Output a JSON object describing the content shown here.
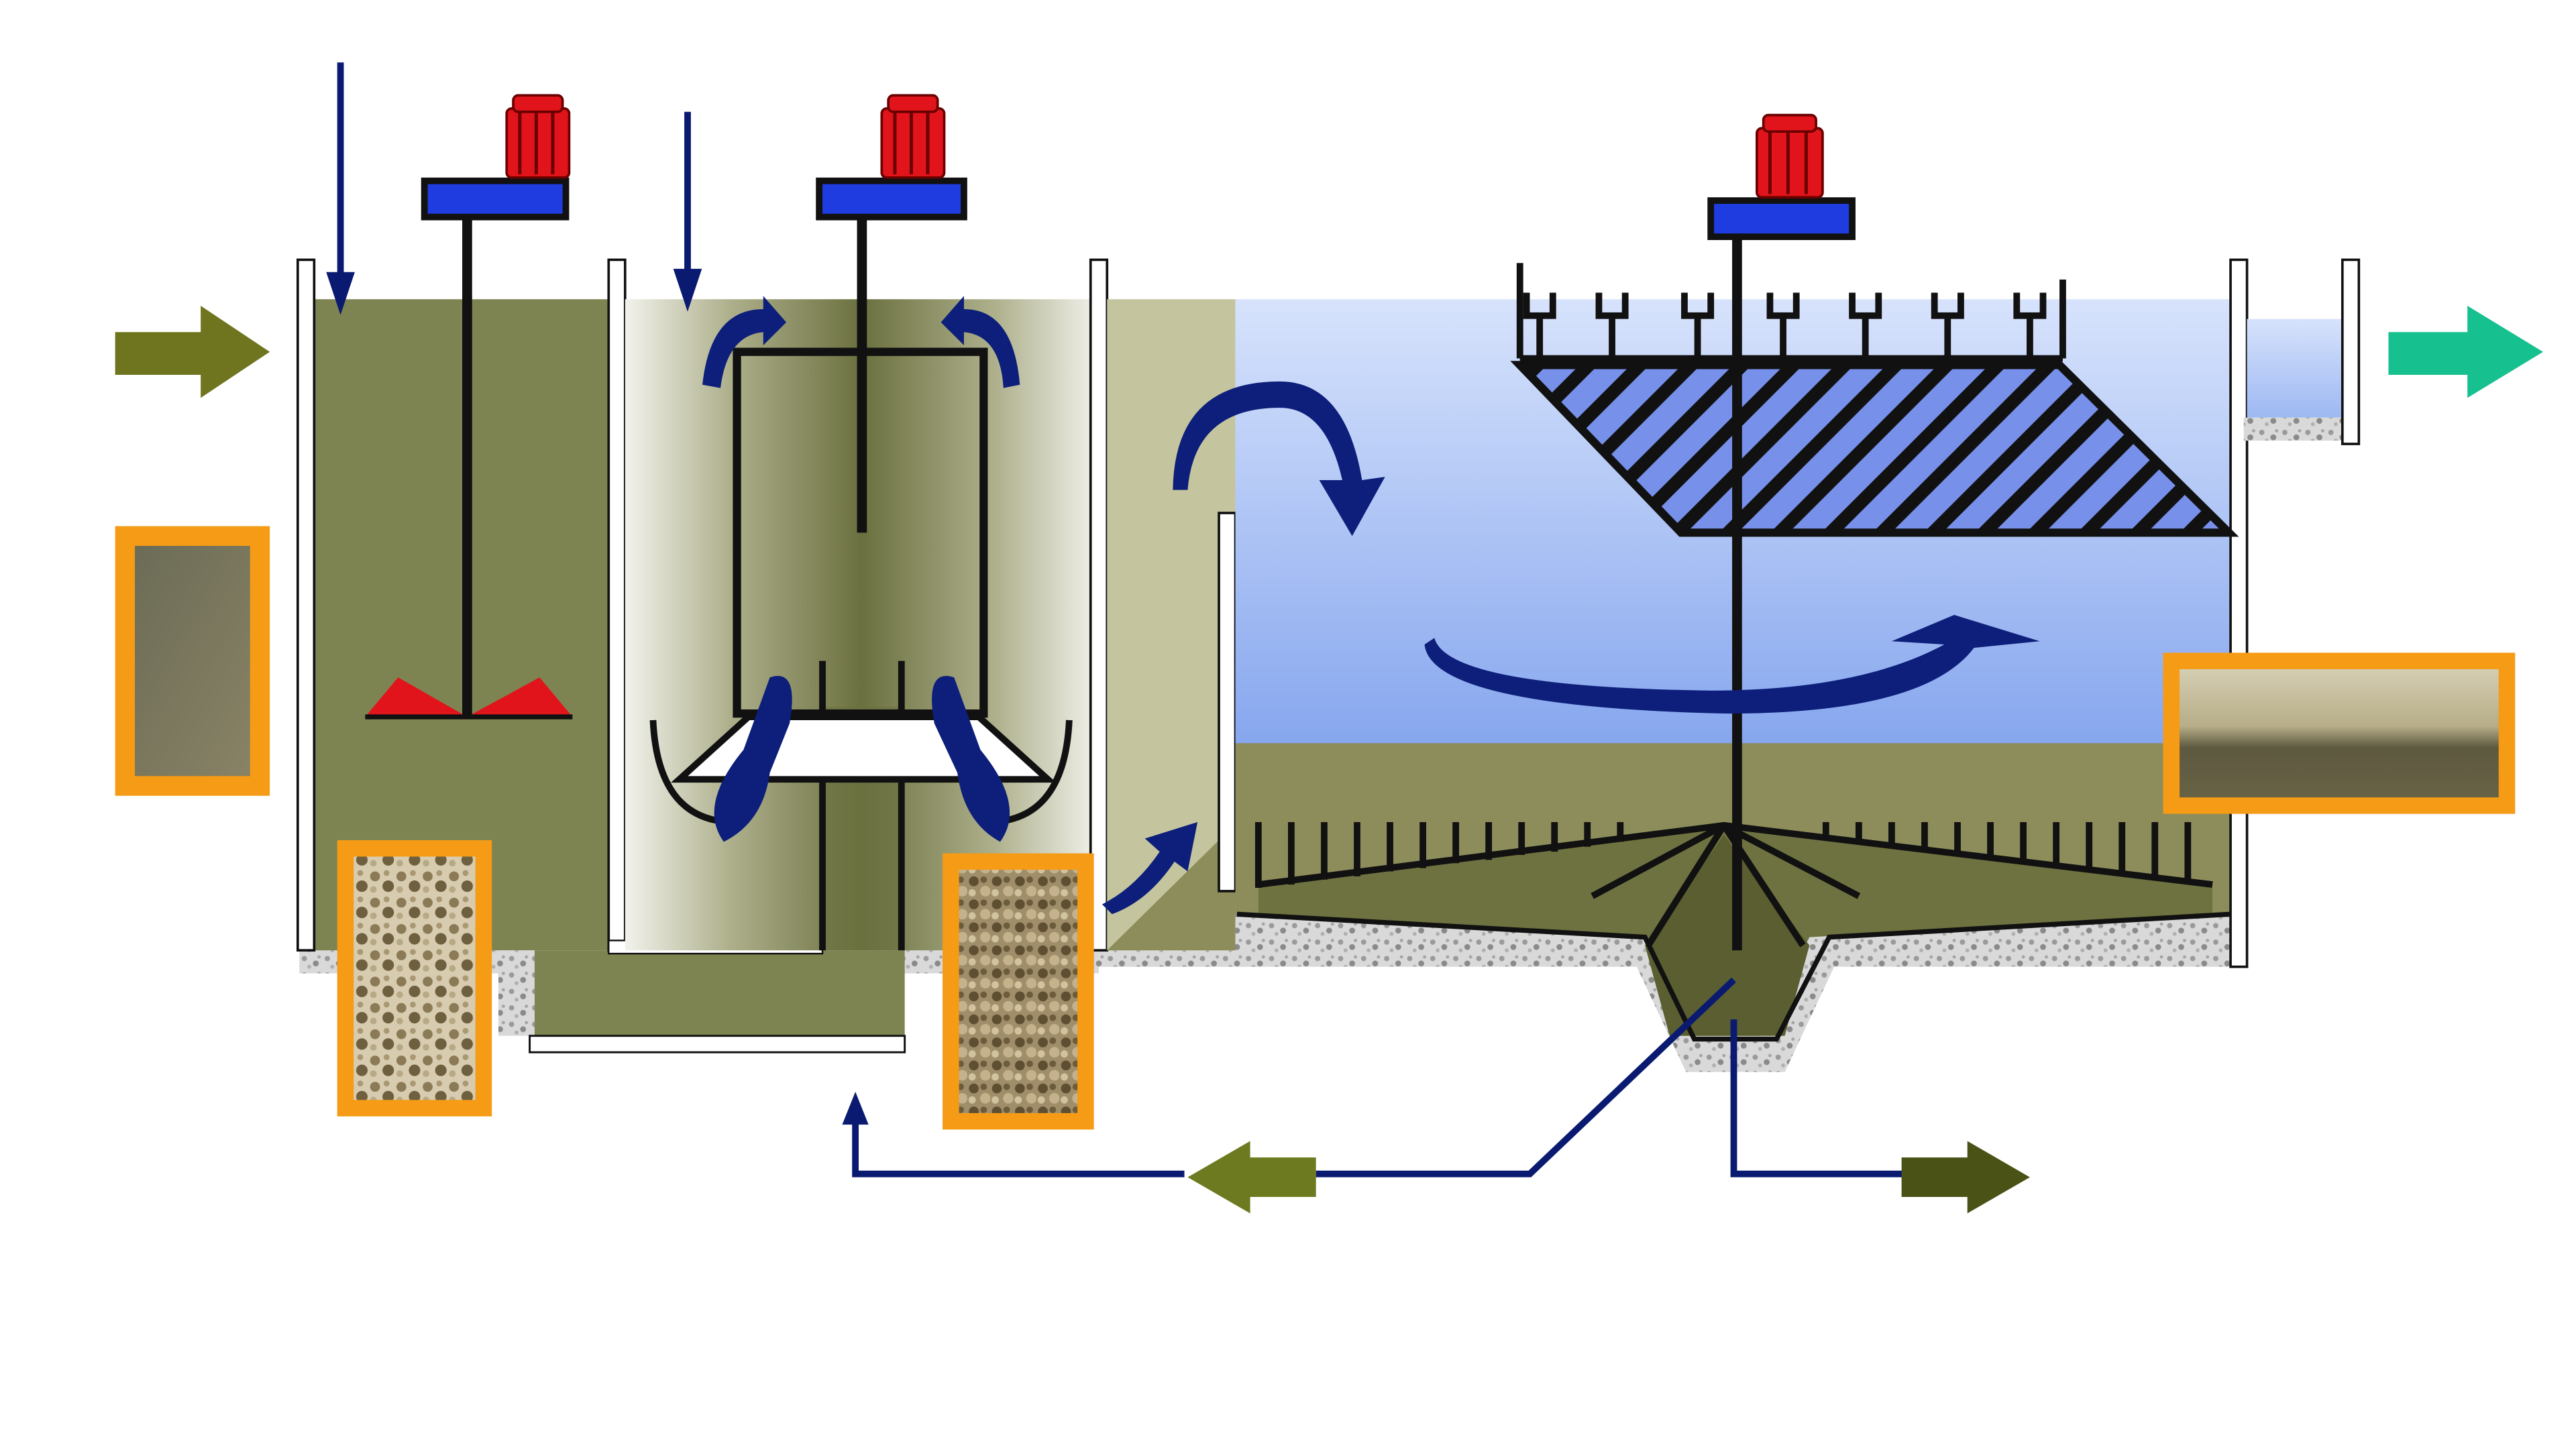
{
  "diagram": {
    "type": "water-treatment-process",
    "stages": [
      "coagulation-tank",
      "flocculation-tank",
      "lamella-clarifier"
    ],
    "colors": {
      "background": "#ffffff",
      "wall": "#ffffff",
      "wall_stroke": "#111111",
      "coag_water": "#7e8451",
      "floc_water_edge": "#ecece6",
      "floc_water_core": "#6b703f",
      "clar_water_top": "#d4e1fb",
      "clar_water_bottom": "#88a8ef",
      "sludge_blanket": "#8d8d5c",
      "gravel": "#d6d6d6",
      "inlet_arrow": "#6f751f",
      "outlet_arrow": "#17c08f",
      "flow_arrow": "#0d1f7a",
      "pipe": "#0a1a70",
      "motor_red": "#e0141a",
      "motor_base_blue": "#1e3ce0",
      "impeller_red": "#e0141a",
      "lamella_fill": "#6f88ea",
      "photo_frame": "#f59b15",
      "recycle_arrow": "#6d7a1f",
      "waste_arrow": "#4a5216"
    },
    "icons": [
      "inlet-arrow-icon",
      "outlet-arrow-icon",
      "motor-icon",
      "impeller-icon",
      "flow-arrow-icon",
      "recycle-arrow-icon",
      "waste-sludge-arrow-icon"
    ]
  }
}
